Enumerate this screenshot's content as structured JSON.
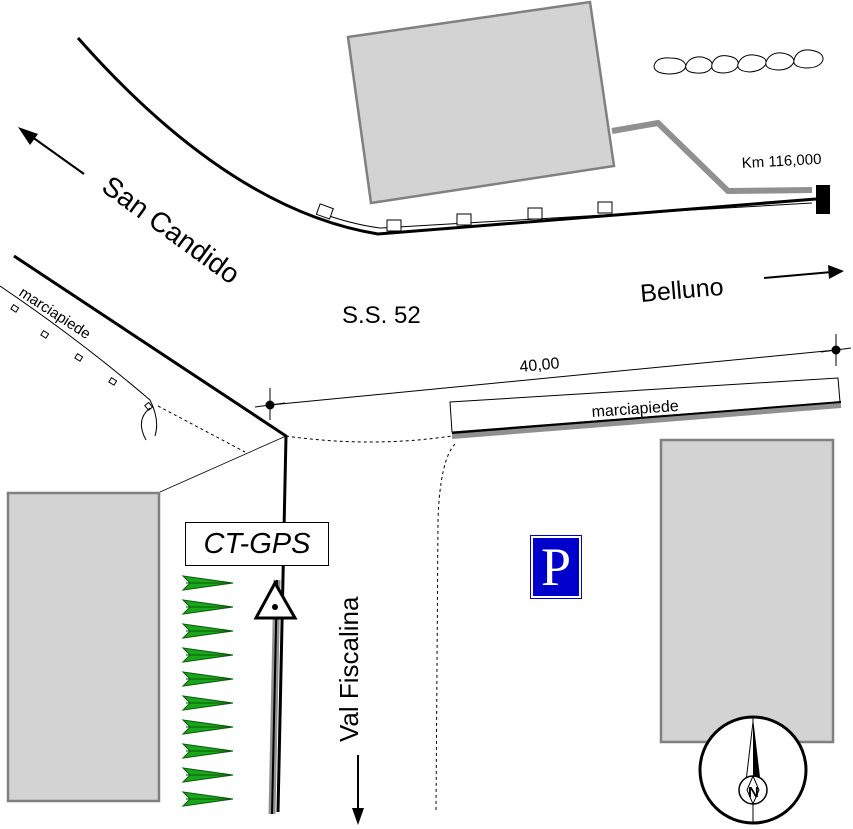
{
  "labels": {
    "san_candido": "San Candido",
    "belluno": "Belluno",
    "road_name": "S.S. 52",
    "val_fiscalina": "Val Fiscalina",
    "marciapiede_left": "marciapiede",
    "marciapiede_right": "marciapiede",
    "dimension": "40,00",
    "km_marker": "Km 116,000",
    "station": "CT-GPS",
    "parking": "P",
    "north": "N"
  },
  "colors": {
    "building_fill": "#d3d3d3",
    "building_stroke": "#808080",
    "parking_blue": "#0000cc",
    "tree_green": "#1aa61a",
    "sidewalk_gray": "#909090"
  },
  "icons": {
    "parking": "parking-sign-icon",
    "station": "gps-station-triangle-icon",
    "compass": "north-arrow-compass-icon",
    "trees": "conifer-tree-icon",
    "stones": "stone-wall-icon",
    "km_post": "kilometer-post-icon"
  }
}
